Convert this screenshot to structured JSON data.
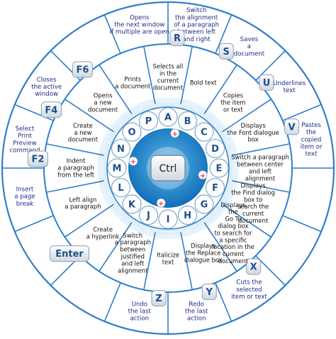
{
  "center_key": "Ctrl",
  "colors": {
    "line": "#2f7fc8",
    "ring_fill": "#eaf4fc",
    "hub_dark": "#1f8bd0",
    "hub_light": "#cfe7f7",
    "outer_text": "#1f2a8a",
    "inner_text": "#111111",
    "letter_text": "#1f4f8c",
    "plus": "#e3343c"
  },
  "keys": [
    {
      "letter": "A",
      "inner": [
        "Selects all",
        "in the",
        "current",
        "document"
      ],
      "outer": [
        "Switch",
        "the alignment",
        "of a paragraph",
        "between left",
        "and right"
      ],
      "outer_key": "R"
    },
    {
      "letter": "B",
      "inner": [
        "Bold text"
      ],
      "outer": [
        "Saves",
        "a",
        "document"
      ],
      "outer_key": "S"
    },
    {
      "letter": "C",
      "inner": [
        "Copies",
        "the item",
        "or text"
      ],
      "outer": [
        "Underlines",
        "text"
      ],
      "outer_key": "U"
    },
    {
      "letter": "D",
      "inner": [
        "Displays",
        "the Font dialogue",
        "box"
      ],
      "outer": [
        "Pastes",
        "the",
        "copied",
        "item or",
        "text"
      ],
      "outer_key": "V"
    },
    {
      "letter": "E",
      "inner": [
        "Switch a paragraph",
        "between center",
        "and left",
        "alignment"
      ],
      "outer": [],
      "outer_key": ""
    },
    {
      "letter": "F",
      "inner": [
        "Displays",
        "the Find dialog",
        "box to",
        "search the",
        "current",
        "document"
      ],
      "outer": [],
      "outer_key": ""
    },
    {
      "letter": "G",
      "inner": [
        "Displays",
        "the",
        "Go To",
        "dialog box",
        "to search for",
        "a specific",
        "location in the",
        "current",
        "document"
      ],
      "outer": [
        "Cuts the",
        "selected",
        "item or text"
      ],
      "outer_key": "X"
    },
    {
      "letter": "H",
      "inner": [
        "Displays",
        "the Replace",
        "dialogue box"
      ],
      "outer": [
        "Redo",
        "the last",
        "action"
      ],
      "outer_key": "Y"
    },
    {
      "letter": "I",
      "inner": [
        "Italicize",
        "text"
      ],
      "outer": [
        "Undo",
        "the last",
        "action"
      ],
      "outer_key": "Z"
    },
    {
      "letter": "J",
      "inner": [
        "Switch",
        "a paragraph",
        "between",
        "justified",
        "and left",
        "alignment"
      ],
      "outer": [],
      "outer_key": ""
    },
    {
      "letter": "K",
      "inner": [
        "Create",
        "a hyperlink"
      ],
      "outer": [],
      "outer_key": "Enter"
    },
    {
      "letter": "L",
      "inner": [
        "Left align",
        "a paragraph"
      ],
      "outer": [
        "Insert",
        "a page",
        "break"
      ],
      "outer_key": ""
    },
    {
      "letter": "M",
      "inner": [
        "Indent",
        "a paragraph",
        "from the left"
      ],
      "outer": [
        "Select",
        "Print",
        "Preview",
        "command"
      ],
      "outer_key": "F2"
    },
    {
      "letter": "N",
      "inner": [
        "Create",
        "a new",
        "document"
      ],
      "outer": [
        "Closes",
        "the active",
        "window"
      ],
      "outer_key": "F4"
    },
    {
      "letter": "O",
      "inner": [
        "Opens",
        "a new",
        "document"
      ],
      "outer": [],
      "outer_key": "F6"
    },
    {
      "letter": "P",
      "inner": [
        "Prints",
        "a document"
      ],
      "outer": [
        "Opens",
        "the next window",
        "if multiple are open"
      ],
      "outer_key": ""
    }
  ]
}
